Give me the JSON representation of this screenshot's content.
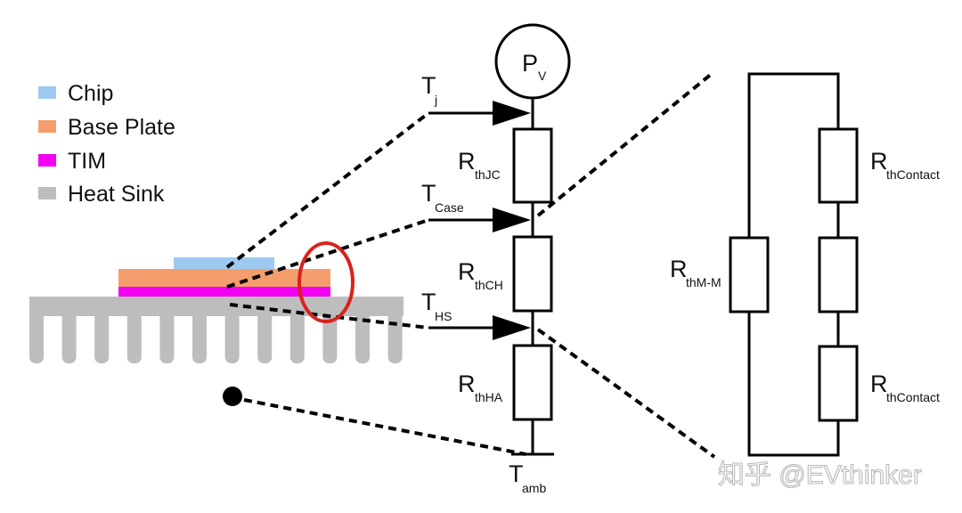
{
  "legend": [
    {
      "label": "Chip",
      "color": "#9ec9f0"
    },
    {
      "label": "Base Plate",
      "color": "#f59e6d"
    },
    {
      "label": "TIM",
      "color": "#f200f2"
    },
    {
      "label": "Heat Sink",
      "color": "#bdbdbd"
    }
  ],
  "highlight_color": "#d9221c",
  "source": {
    "main": "P",
    "sub": "V"
  },
  "temperatures": {
    "junction": {
      "main": "T",
      "sub": "j"
    },
    "case": {
      "main": "T",
      "sub": "Case"
    },
    "heatsink": {
      "main": "T",
      "sub": "HS"
    },
    "ambient": {
      "main": "T",
      "sub": "amb"
    }
  },
  "resistors": {
    "jc": {
      "main": "R",
      "sub": "thJC"
    },
    "ch": {
      "main": "R",
      "sub": "thCH"
    },
    "ha": {
      "main": "R",
      "sub": "thHA"
    },
    "mm": {
      "main": "R",
      "sub": "thM-M"
    },
    "contact_top": {
      "main": "R",
      "sub": "thContact"
    },
    "contact_bottom": {
      "main": "R",
      "sub": "thContact"
    }
  },
  "watermark": "知乎 @EVthinker"
}
